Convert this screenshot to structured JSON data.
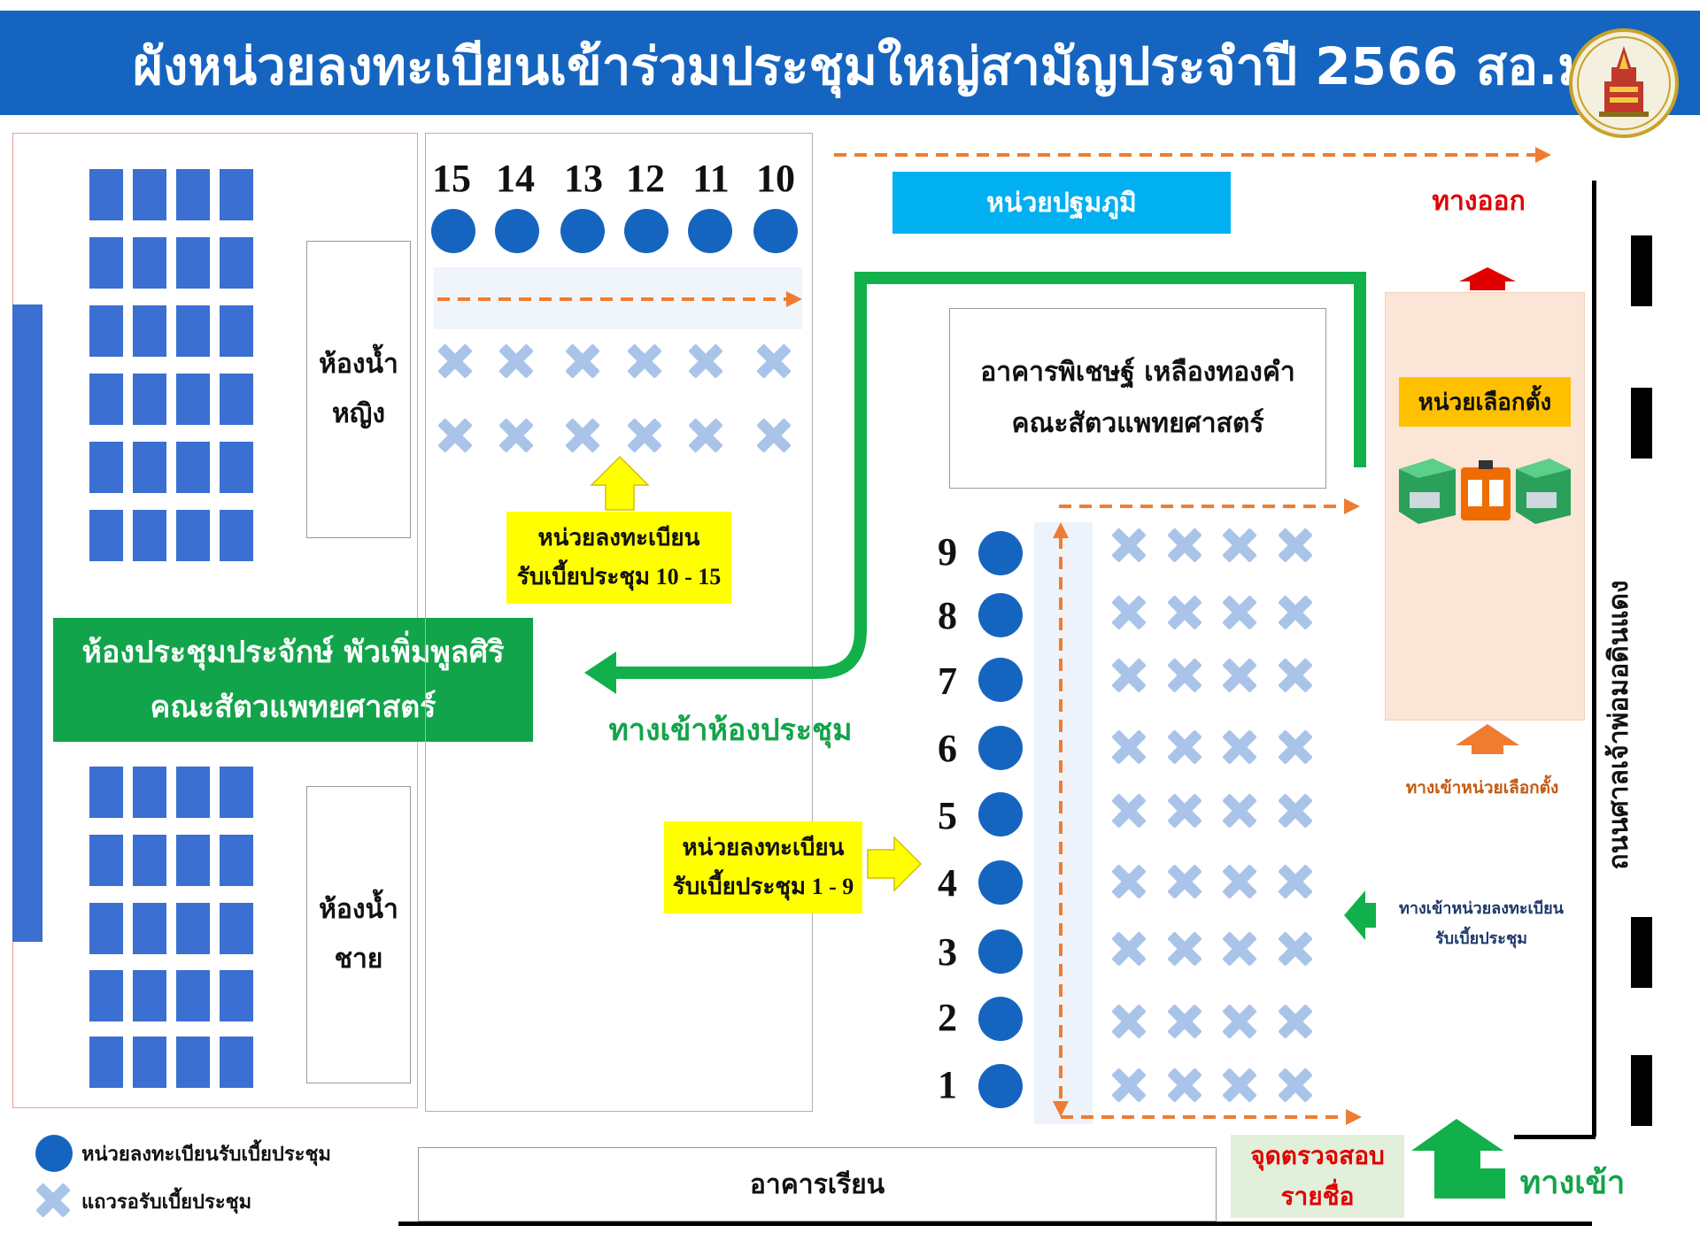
{
  "title": "ผังหน่วยลงทะเบียนเข้าร่วมประชุมใหญ่สามัญประจำปี 2566 สอ.มข.",
  "labels": {
    "ladies_restroom": [
      "ห้องน้ำ",
      "หญิง"
    ],
    "mens_restroom": [
      "ห้องน้ำ",
      "ชาย"
    ],
    "meeting_room": [
      "ห้องประชุมประจักษ์ พัวเพิ่มพูลศิริ",
      "คณะสัตวแพทยศาสตร์"
    ],
    "first_aid": "หน่วยปฐมภูมิ",
    "exit": "ทางออก",
    "building": [
      "อาคารพิเชษฐ์ เหลืองทองคำ",
      "คณะสัตวแพทยศาสตร์"
    ],
    "election_unit": "หน่วยเลือกตั้ง",
    "registration_10_15": [
      "หน่วยลงทะเบียน",
      "รับเบี้ยประชุม 10 - 15"
    ],
    "registration_1_9": [
      "หน่วยลงทะเบียน",
      "รับเบี้ยประชุม 1 - 9"
    ],
    "meeting_entrance": "ทางเข้าห้องประชุม",
    "election_entrance": "ทางเข้าหน่วยเลือกตั้ง",
    "registration_entrance": [
      "ทางเข้าหน่วยลงทะเบียน",
      "รับเบี้ยประชุม"
    ],
    "road": "ถนนศาลเจ้าพ่อมอดินแดง",
    "classroom_building": "อาคารเรียน",
    "name_check": [
      "จุดตรวจสอบ",
      "รายชื่อ"
    ],
    "entrance": "ทางเข้า"
  },
  "top_units": [
    "15",
    "14",
    "13",
    "12",
    "11",
    "10"
  ],
  "side_units": [
    "9",
    "8",
    "7",
    "6",
    "5",
    "4",
    "3",
    "2",
    "1"
  ],
  "legend": {
    "unit": "หน่วยลงทะเบียนรับเบี้ยประชุม",
    "queue": "แถวรอรับเบี้ยประชุม"
  },
  "colors": {
    "header": "#1565c0",
    "unit_circle": "#1565c0",
    "queue_x": "#a9c4e8",
    "path_green": "#12b04a",
    "path_orange": "#ee7d31",
    "label_yellow": "#ffff00",
    "first_aid": "#00b0f0",
    "meeting_room": "#12a44a",
    "exit_red": "#e00000"
  }
}
